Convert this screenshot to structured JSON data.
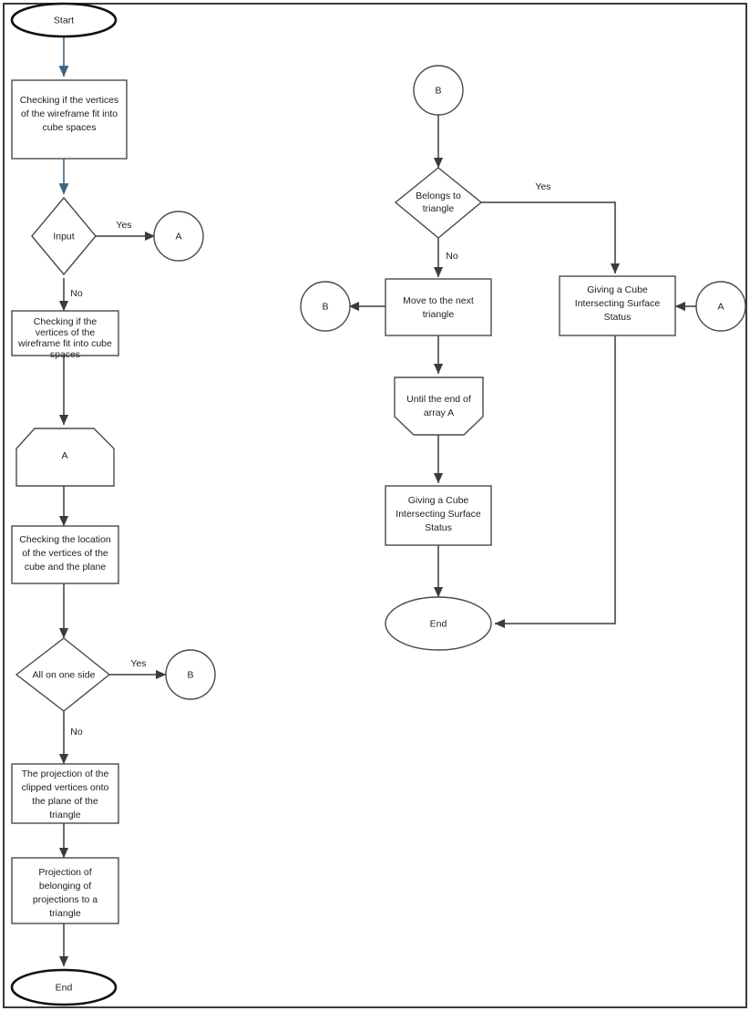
{
  "diagram": {
    "title": "Cube-Triangle Intersection Flowchart",
    "colors": {
      "page_background": "#ffffff",
      "frame_border": "#3a3a3a",
      "shape_stroke": "#4a4a4a",
      "terminator_stroke": "#111111",
      "connector": "#3b3b3b",
      "connector_accent": "#3f6480",
      "text": "#1d1d1d"
    },
    "left_column": {
      "nodes": [
        {
          "id": "start",
          "shape": "terminator",
          "label": "Start"
        },
        {
          "id": "check-vertices-1",
          "shape": "process",
          "label": "Checking if the vertices of the wireframe fit into cube spaces",
          "lines": [
            "Checking if the vertices",
            "of the wireframe fit into",
            "cube spaces"
          ]
        },
        {
          "id": "input",
          "shape": "decision",
          "label": "Input"
        },
        {
          "id": "connector-a-right",
          "shape": "connector-circle",
          "label": "A"
        },
        {
          "id": "check-vertices-2",
          "shape": "process",
          "label": "Checking if the vertices of the wireframe fit into cube spaces",
          "lines": [
            "Checking if the",
            "vertices of the",
            "wireframe fit into cube",
            "spaces"
          ]
        },
        {
          "id": "preparation-a",
          "shape": "preparation-top-cut",
          "label": "A"
        },
        {
          "id": "check-location",
          "shape": "process",
          "label": "Checking the location of the vertices of the cube and the plane",
          "lines": [
            "Checking the location",
            "of the vertices of the",
            "cube and the plane"
          ]
        },
        {
          "id": "all-one-side",
          "shape": "decision",
          "label": "All on one side"
        },
        {
          "id": "connector-b-right",
          "shape": "connector-circle",
          "label": "B"
        },
        {
          "id": "projection-clipped",
          "shape": "process",
          "label": "The projection of the clipped vertices onto the plane of the triangle",
          "lines": [
            "The projection of the",
            "clipped vertices onto",
            "the plane of the",
            "triangle"
          ]
        },
        {
          "id": "projection-belonging",
          "shape": "process",
          "label": "Projection of belonging of projections to a triangle",
          "lines": [
            "Projection of",
            "belonging of",
            "projections to a",
            "triangle"
          ]
        },
        {
          "id": "end-left",
          "shape": "terminator",
          "label": "End"
        }
      ],
      "edge_labels": [
        {
          "id": "input-yes",
          "label": "Yes"
        },
        {
          "id": "input-no",
          "label": "No"
        },
        {
          "id": "allside-yes",
          "label": "Yes"
        },
        {
          "id": "allside-no",
          "label": "No"
        }
      ]
    },
    "right_column": {
      "nodes": [
        {
          "id": "connector-b-top",
          "shape": "connector-circle",
          "label": "B"
        },
        {
          "id": "belongs-to-triangle",
          "shape": "decision",
          "label": "Belongs to triangle",
          "lines": [
            "Belongs to",
            "triangle"
          ]
        },
        {
          "id": "move-next-triangle",
          "shape": "process",
          "label": "Move to the next triangle",
          "lines": [
            "Move to the next",
            "triangle"
          ]
        },
        {
          "id": "connector-b-left",
          "shape": "connector-circle",
          "label": "B"
        },
        {
          "id": "giving-status-right",
          "shape": "process",
          "label": "Giving a Cube Intersecting Surface Status",
          "lines": [
            "Giving a Cube",
            "Intersecting Surface",
            "Status"
          ]
        },
        {
          "id": "connector-a-far-right",
          "shape": "connector-circle",
          "label": "A"
        },
        {
          "id": "until-end-array",
          "shape": "preparation-bottom-cut",
          "label": "Until the end of array A",
          "lines": [
            "Until the end of",
            "array A"
          ]
        },
        {
          "id": "giving-status-mid",
          "shape": "process",
          "label": "Giving a Cube Intersecting Surface Status",
          "lines": [
            "Giving a Cube",
            "Intersecting Surface",
            "Status"
          ]
        },
        {
          "id": "end-right",
          "shape": "terminator",
          "label": "End"
        }
      ],
      "edge_labels": [
        {
          "id": "belongs-yes",
          "label": "Yes"
        },
        {
          "id": "belongs-no",
          "label": "No"
        }
      ]
    }
  }
}
